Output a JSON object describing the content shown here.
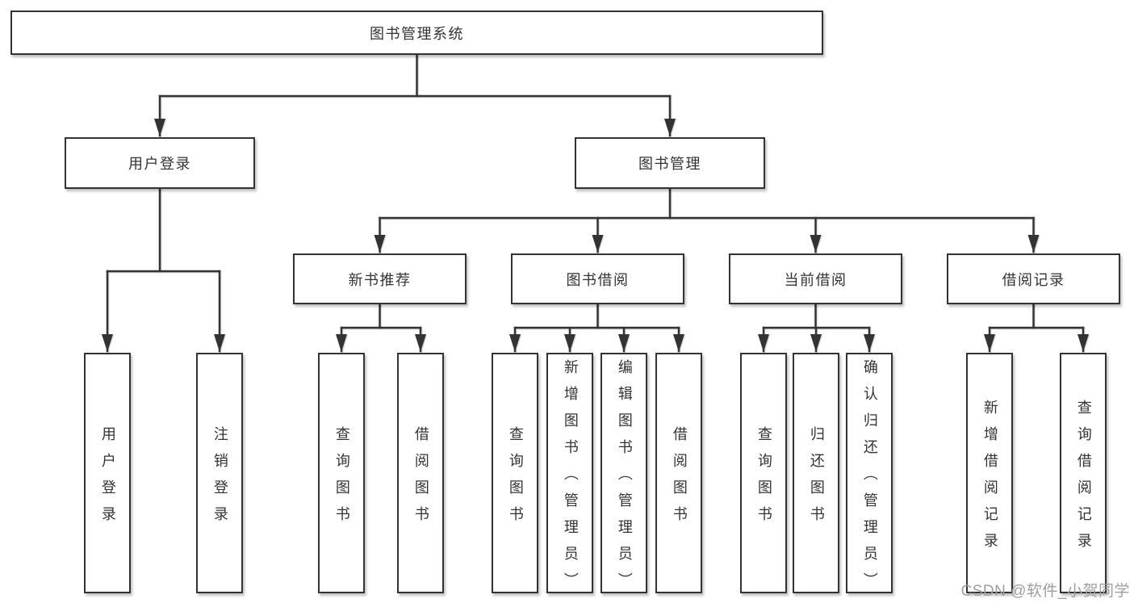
{
  "nodes": {
    "root": "图书管理系统",
    "level2": [
      "用户登录",
      "图书管理"
    ],
    "level3": [
      "新书推荐",
      "图书借阅",
      "当前借阅",
      "借阅记录"
    ],
    "leaves": [
      "用户登录",
      "注销登录",
      "查询图书",
      "借阅图书",
      "查询图书",
      "新增图书（管理员）",
      "编辑图书（管理员）",
      "借阅图书",
      "查询图书",
      "归还图书",
      "确认归还（管理员）",
      "新增借阅记录",
      "查询借阅记录"
    ]
  },
  "watermark": "CSDN @软件_小贺同学",
  "colors": {
    "line": "#333333",
    "box_border": "#333333",
    "box_fill": "#ffffff",
    "text": "#333333",
    "watermark": "#9e9e9e",
    "background": "#ffffff"
  }
}
